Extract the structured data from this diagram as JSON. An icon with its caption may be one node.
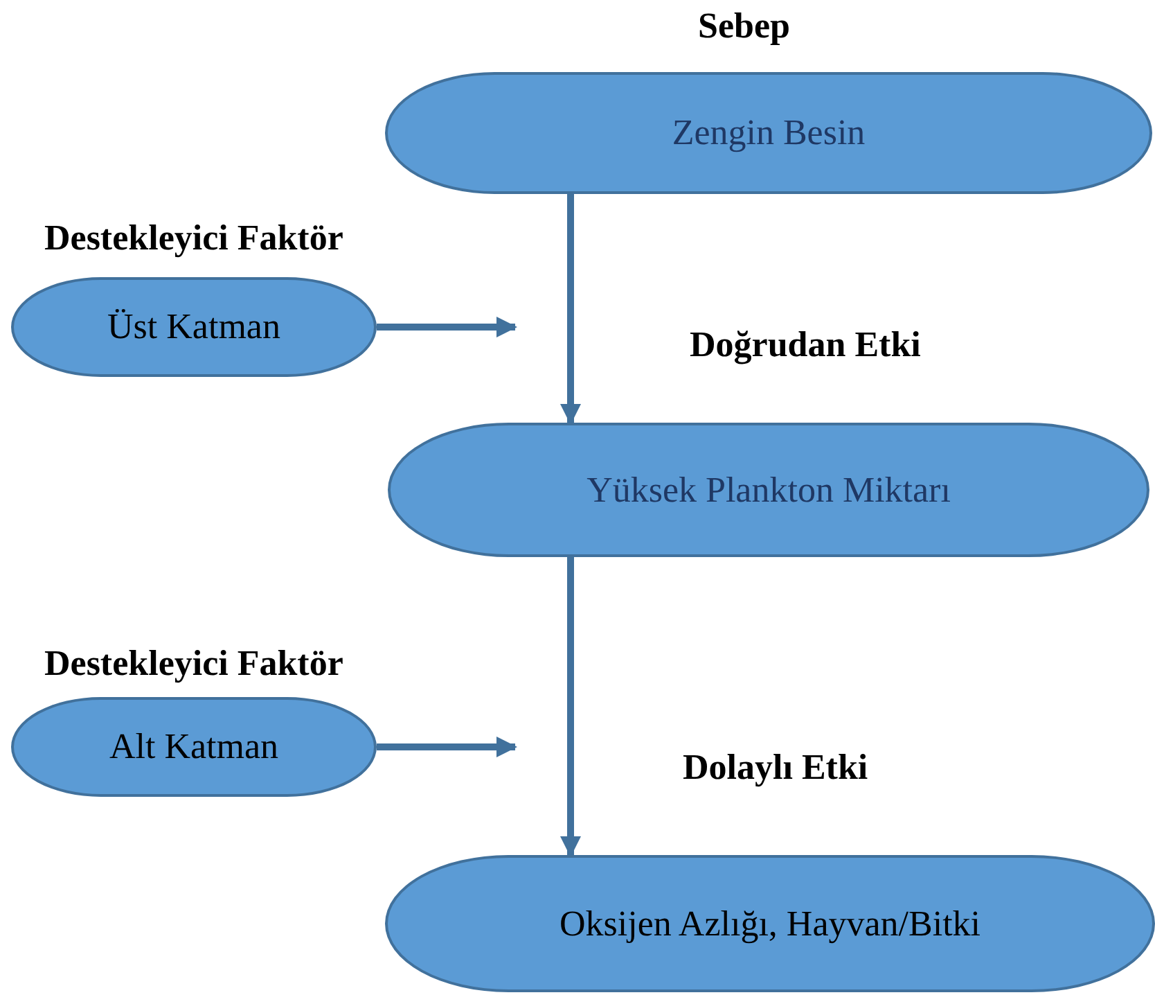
{
  "diagram": {
    "nodes": [
      {
        "text": [
          "Sebep",
          "Zengin Besin"
        ]
      },
      {
        "text": [
          "Destekleyici Faktör",
          "Üst Katman"
        ]
      },
      {
        "text": [
          "Yüksek Plankton Miktarı"
        ]
      },
      {
        "text": [
          "Destekleyici Faktör",
          "Alt Katman"
        ]
      },
      {
        "text": [
          "Oksijen Azlığı, Hayvan/Bitki"
        ]
      }
    ],
    "edges": [
      {
        "from": 0,
        "to": 2,
        "arrow": "to",
        "label": "Doğrudan Etki"
      },
      {
        "from": 1,
        "to": null,
        "arrow": "to"
      },
      {
        "from": 2,
        "to": 4,
        "arrow": "to",
        "label": "Dolaylı Etki"
      },
      {
        "from": 3,
        "to": null,
        "arrow": "to"
      }
    ]
  }
}
